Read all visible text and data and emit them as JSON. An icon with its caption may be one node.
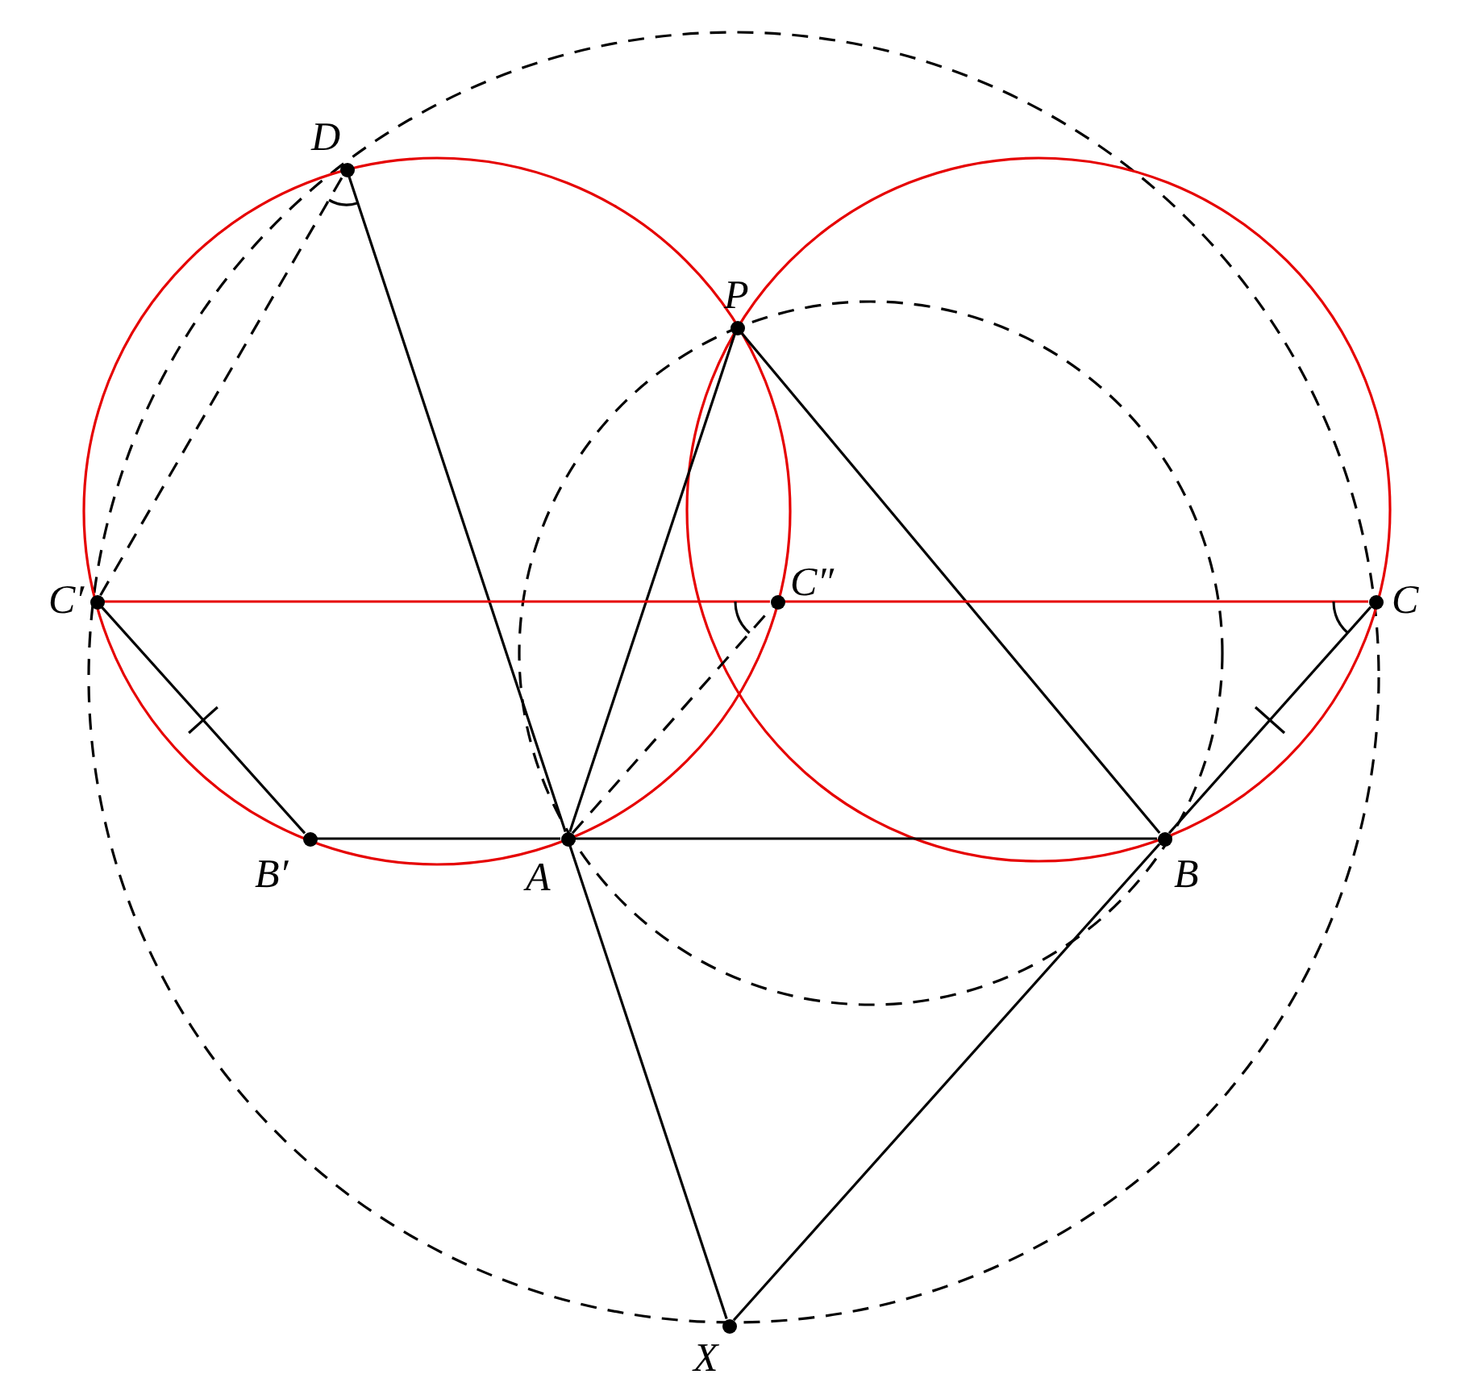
{
  "diagram": {
    "nodes": [
      {
        "text": [
          "D"
        ]
      },
      {
        "text": [
          "P"
        ]
      },
      {
        "text": [
          "C′"
        ]
      },
      {
        "text": [
          "C″"
        ]
      },
      {
        "text": [
          "C"
        ]
      },
      {
        "text": [
          "B′"
        ]
      },
      {
        "text": [
          "A"
        ]
      },
      {
        "text": [
          "B"
        ]
      },
      {
        "text": [
          "X"
        ]
      }
    ],
    "edges": [
      {
        "from": 0,
        "to": 6,
        "arrow": "none"
      },
      {
        "from": 6,
        "to": 8,
        "arrow": "none"
      },
      {
        "from": 1,
        "to": 6,
        "arrow": "none"
      },
      {
        "from": 1,
        "to": 7,
        "arrow": "none"
      },
      {
        "from": 2,
        "to": 3,
        "arrow": "none",
        "color": "#e60000"
      },
      {
        "from": 3,
        "to": 4,
        "arrow": "none",
        "color": "#e60000"
      },
      {
        "from": 2,
        "to": 5,
        "arrow": "none"
      },
      {
        "from": 5,
        "to": 6,
        "arrow": "none"
      },
      {
        "from": 6,
        "to": 7,
        "arrow": "none"
      },
      {
        "from": 4,
        "to": 7,
        "arrow": "none"
      },
      {
        "from": 7,
        "to": 8,
        "arrow": "none"
      },
      {
        "from": 2,
        "to": 0,
        "arrow": "none",
        "style": "dashed"
      },
      {
        "from": 6,
        "to": 3,
        "arrow": "none",
        "style": "dashed"
      }
    ]
  }
}
